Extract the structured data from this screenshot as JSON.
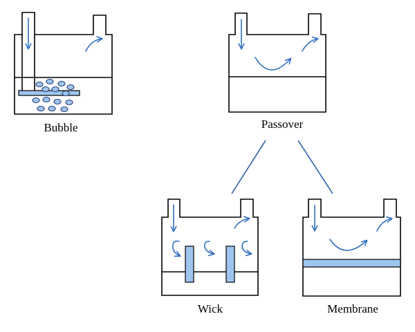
{
  "labels": {
    "bubble": "Bubble",
    "passover": "Passover",
    "wick": "Wick",
    "membrane": "Membrane"
  },
  "colors": {
    "outline": "#000000",
    "accent_arrow": "#2f6fbf",
    "fill_light_blue": "#9ec5ee",
    "connector": "#2b5fa8"
  }
}
